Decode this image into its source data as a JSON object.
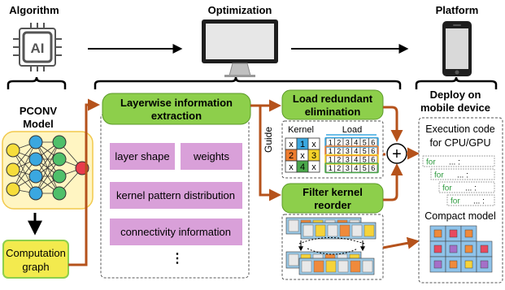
{
  "headers": {
    "algorithm": "Algorithm",
    "optimization": "Optimization",
    "platform": "Platform"
  },
  "algorithm": {
    "chip_text": "AI",
    "model_line1": "PCONV",
    "model_line2": "Model",
    "graph_line1": "Computation",
    "graph_line2": "graph"
  },
  "optimization": {
    "layerwise_line1": "Layerwise information",
    "layerwise_line2": "extraction",
    "items": {
      "layer_shape": "layer shape",
      "weights": "weights",
      "kernel_pattern": "kernel pattern distribution",
      "connectivity": "connectivity information",
      "ellipsis": "⋮"
    },
    "guide": "Guide",
    "load_line1": "Load redundant",
    "load_line2": "elimination",
    "kernel_label": "Kernel",
    "load_label": "Load",
    "kernel_cells": [
      "x",
      "1",
      "x",
      "2",
      "x",
      "3",
      "x",
      "4",
      "x"
    ],
    "load_nums": [
      "1",
      "2",
      "3",
      "4",
      "5",
      "6"
    ],
    "filter_line1": "Filter kernel",
    "filter_line2": "reorder",
    "plus": "+"
  },
  "platform": {
    "deploy_line1": "Deploy on",
    "deploy_line2": "mobile device",
    "exec_line1": "Execution code",
    "exec_line2": "for CPU/GPU",
    "for_kw": "for",
    "for_tail": "... :",
    "compact": "Compact model"
  },
  "colors": {
    "green": "#8dcf4b",
    "green_dark": "#5c9a2a",
    "arrow": "#b5521b",
    "purple": "#d9a0d9",
    "kernel_blue": "#3aa7e0",
    "kernel_orange": "#ef7d2f",
    "kernel_yellow": "#f5d229",
    "kernel_green": "#4aa84a",
    "node_yellow": "#f6dd3b",
    "node_blue": "#3aa7e0",
    "node_green": "#4fbf6a",
    "node_red": "#e83c4c",
    "graph_fill": "#f3ea4e",
    "for_text": "#2e9a3f"
  },
  "icons": [
    "ai-chip-icon",
    "monitor-icon",
    "smartphone-icon",
    "plus-circle-icon"
  ]
}
